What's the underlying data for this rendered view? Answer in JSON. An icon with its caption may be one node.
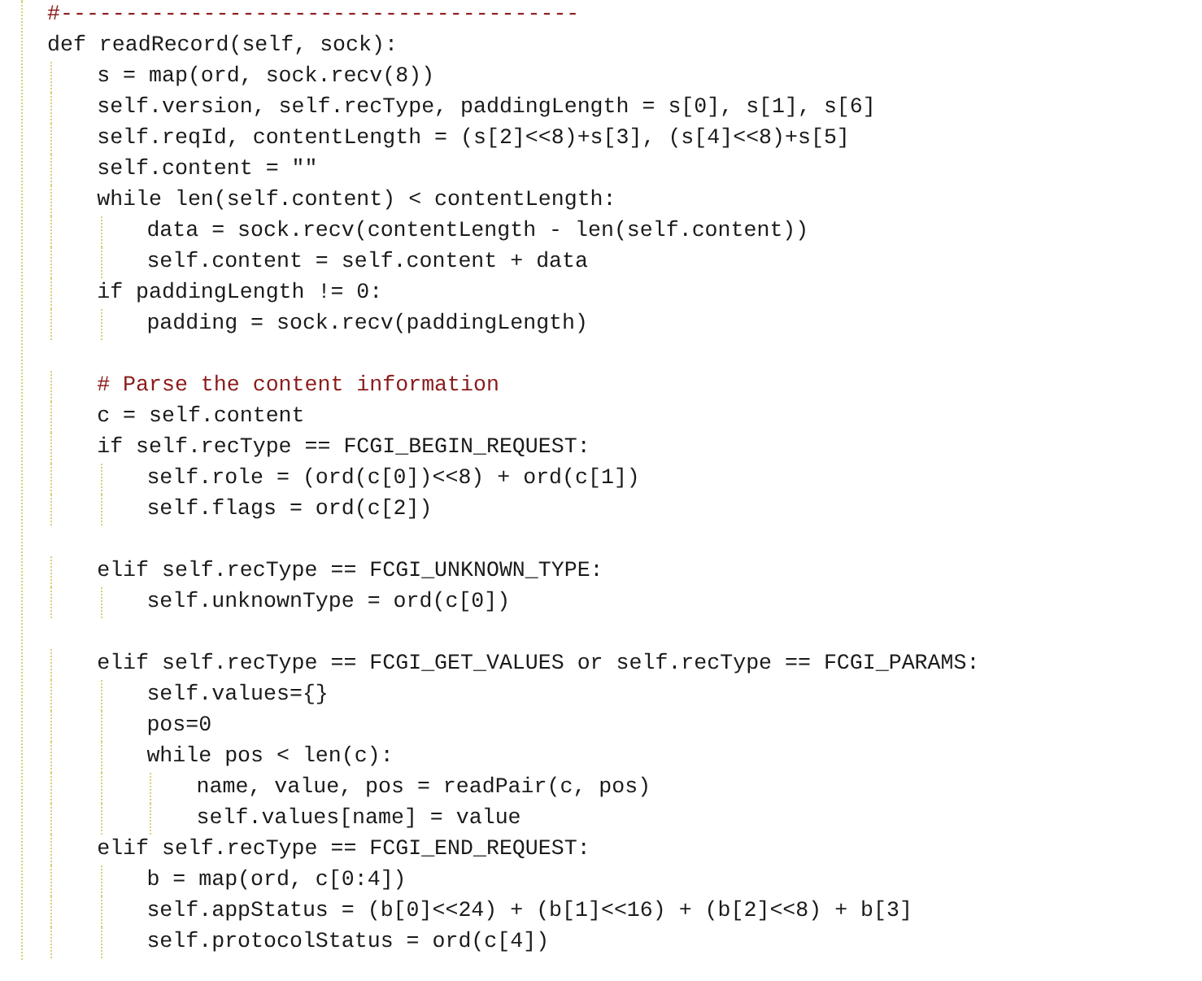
{
  "diagram": {
    "labels": [
      "#----------------------------------------",
      "def readRecord(self, sock):",
      "s = map(ord, sock.recv(8))",
      "self.version, self.recType, paddingLength = s[0], s[1], s[6]",
      "self.reqId, contentLength = (s[2]<<8)+s[3], (s[4]<<8)+s[5]",
      "self.content = \"\"",
      "while len(self.content) < contentLength:",
      "data = sock.recv(contentLength - len(self.content))",
      "self.content = self.content + data",
      "if paddingLength != 0:",
      "padding = sock.recv(paddingLength)",
      "# Parse the content information",
      "c = self.content",
      "if self.recType == FCGI_BEGIN_REQUEST:",
      "self.role = (ord(c[0])<<8) + ord(c[1])",
      "self.flags = ord(c[2])",
      "elif self.recType == FCGI_UNKNOWN_TYPE:",
      "self.unknownType = ord(c[0])",
      "elif self.recType == FCGI_GET_VALUES or self.recType == FCGI_PARAMS:",
      "self.values={}",
      "pos=0",
      "while pos < len(c):",
      "name, value, pos = readPair(c, pos)",
      "self.values[name] = value",
      "elif self.recType == FCGI_END_REQUEST:",
      "b = map(ord, c[0:4])",
      "self.appStatus = (b[0]<<24) + (b[1]<<16) + (b[2]<<8) + b[3]",
      "self.protocolStatus = ord(c[4])"
    ]
  }
}
